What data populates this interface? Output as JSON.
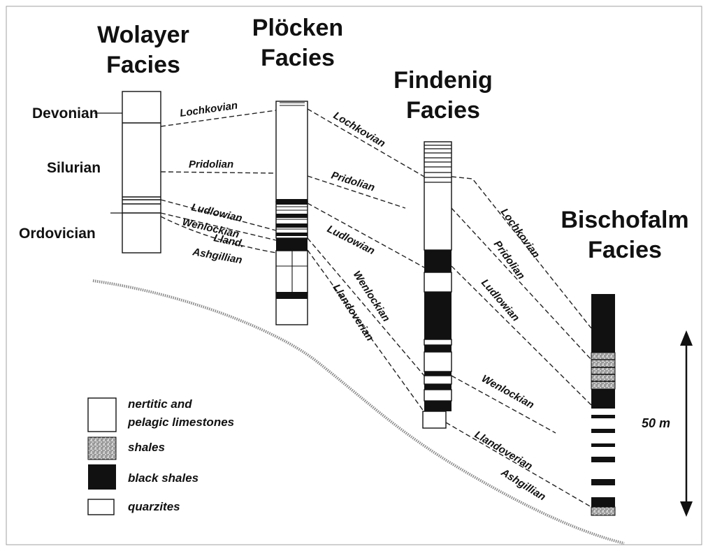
{
  "titles": {
    "wolayer": [
      "Wolayer",
      "Facies"
    ],
    "plocken": [
      "Plöcken",
      "Facies"
    ],
    "findenig": [
      "Findenig",
      "Facies"
    ],
    "bischofalm": [
      "Bischofalm",
      "Facies"
    ]
  },
  "periods": [
    "Devonian",
    "Silurian",
    "Ordovician"
  ],
  "stages": {
    "w_p_lochkovian": "Lochkovian",
    "w_p_pridolian": "Pridolian",
    "w_p_ludlowian": "Ludlowian",
    "w_p_wenlockian": "Wenlockian",
    "w_p_lland": "Lland.",
    "w_p_ashgillian": "Ashgillian",
    "p_f_lochkovian": "Lochkovian",
    "p_f_pridolian": "Pridolian",
    "p_f_ludlowian": "Ludlowian",
    "p_f_wenlockian": "Wenlockian",
    "p_f_llandoverian": "Llandoverian",
    "f_b_lochkovian": "Lochkovian",
    "f_b_pridolian": "Pridolian",
    "f_b_ludlowian": "Ludlowian",
    "f_b_wenlockian": "Wenlockian",
    "f_b_llandoverian": "Llandoverian",
    "f_b_ashgillian": "Ashgillian"
  },
  "legend": {
    "limestone": [
      "nertitic and",
      "pelagic limestones"
    ],
    "shales": "shales",
    "black_shales": "black shales",
    "quarzites": "quarzites"
  },
  "scale": {
    "label": "50 m"
  },
  "colors": {
    "ink": "#111111",
    "shale": "#bdbdbd",
    "paper": "#ffffff",
    "frame": "#9a9a9a"
  }
}
